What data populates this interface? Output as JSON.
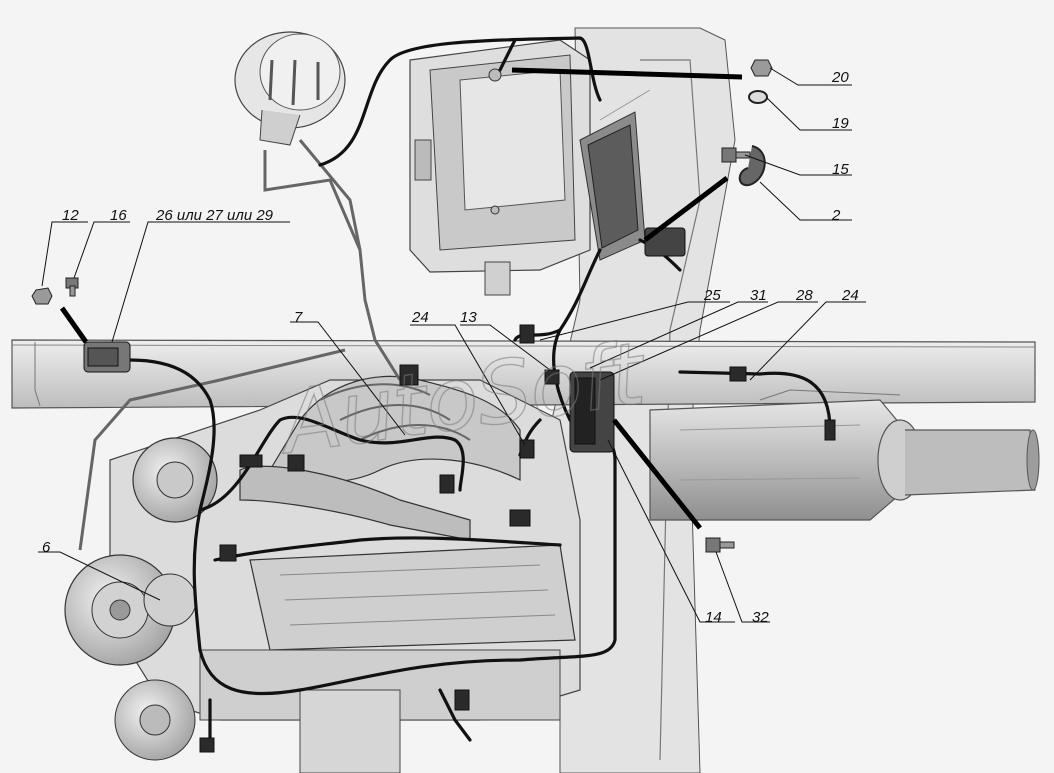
{
  "watermark": "AutoSoft",
  "callouts": {
    "c20": "20",
    "c19": "19",
    "c15": "15",
    "c2": "2",
    "c12": "12",
    "c16": "16",
    "c26": "26 или 27 или 29",
    "c25": "25",
    "c31": "31",
    "c28": "28",
    "c24a": "24",
    "c7": "7",
    "c24b": "24",
    "c13": "13",
    "c6": "6",
    "c14": "14",
    "c32": "32"
  },
  "colors": {
    "background": "#f4f4f4",
    "line": "#111111",
    "part_fill": "#d8d8d8",
    "shadow_fill": "#a9a9a9"
  }
}
